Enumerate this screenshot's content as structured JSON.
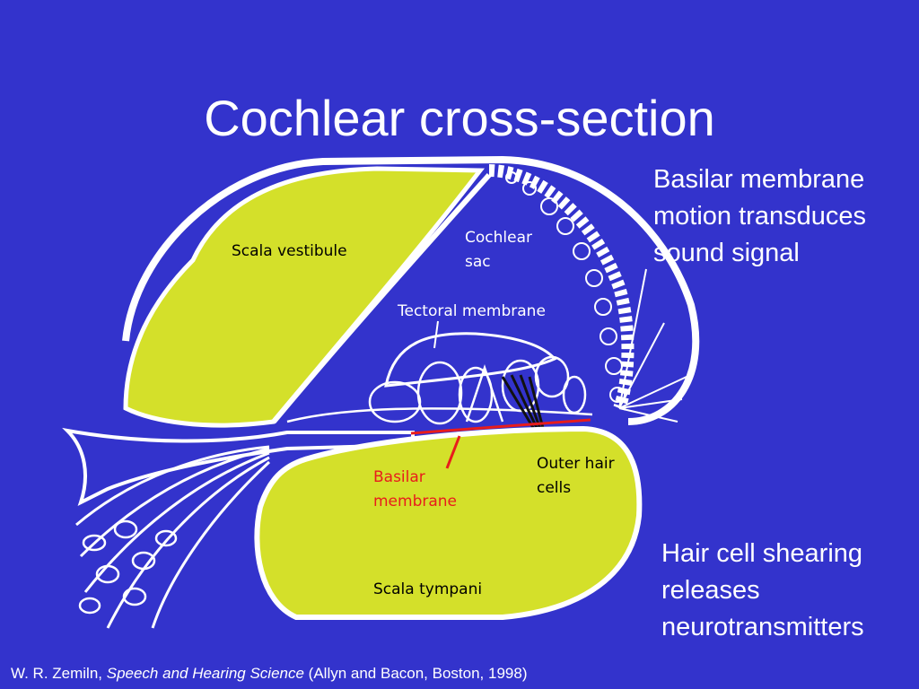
{
  "slide": {
    "title": "Cochlear cross-section",
    "note_top": [
      "Basilar membrane",
      "motion transduces",
      "sound signal"
    ],
    "note_bottom": [
      "Hair cell shearing",
      "releases",
      "neurotransmitters"
    ],
    "citation": {
      "author": "W. R. Zemiln, ",
      "book": "Speech and Hearing Science",
      "publisher": " (Allyn and Bacon, Boston, 1998)"
    }
  },
  "diagram": {
    "labels": {
      "scala_vestibule": "Scala vestibule",
      "cochlear_sac_1": "Cochlear",
      "cochlear_sac_2": "sac",
      "tectoral_membrane": "Tectoral membrane",
      "basilar_membrane_1": "Basilar",
      "basilar_membrane_2": "membrane",
      "outer_hair_cells_1": "Outer hair",
      "outer_hair_cells_2": "cells",
      "scala_tympani": "Scala tympani"
    },
    "colors": {
      "background": "#3333cc",
      "chamber_fill": "#d4e02a",
      "tissue": "#ffffff",
      "basilar_highlight": "#e81c1c"
    }
  }
}
